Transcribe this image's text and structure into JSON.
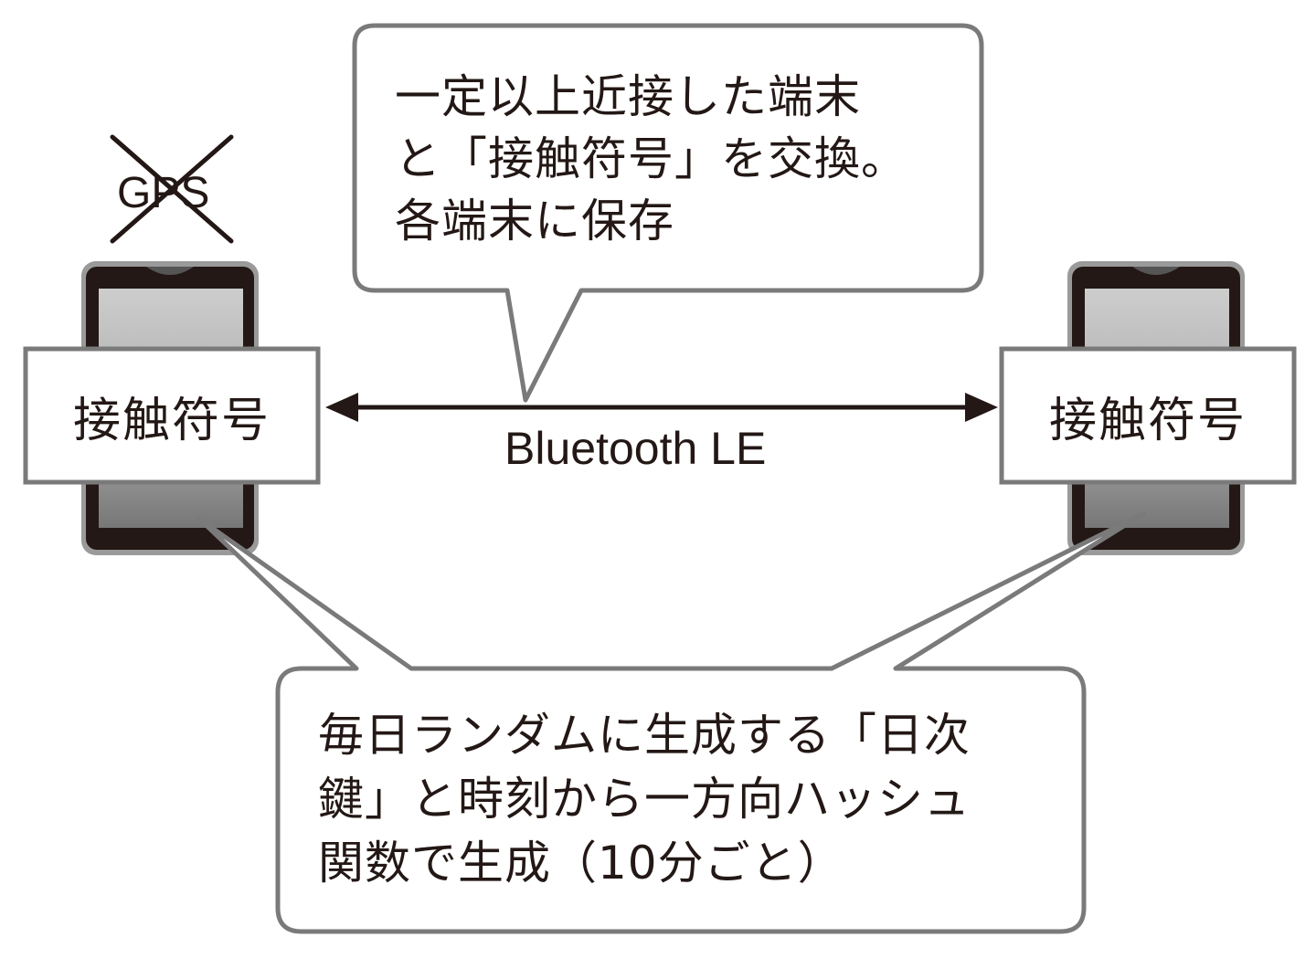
{
  "diagram": {
    "top_callout": {
      "lines": [
        "一定以上近接した端末",
        "と「接触符号」を交換。",
        "各端末に保存"
      ]
    },
    "left_phone": {
      "label": "接触符号",
      "gps_label": "GPS",
      "gps_status": "disabled (crossed out)"
    },
    "right_phone": {
      "label": "接触符号"
    },
    "connection": {
      "label": "Bluetooth LE",
      "direction": "bidirectional"
    },
    "bottom_callout": {
      "lines": [
        "毎日ランダムに生成する「日次",
        "鍵」と時刻から一方向ハッシュ",
        "関数で生成（10分ごと）"
      ]
    }
  },
  "colors": {
    "outline": "#7a7a7a",
    "text": "#231815",
    "phone_body": "#231815",
    "phone_bezel": "#9a9a9a",
    "screen_light": "#c8c8c8",
    "screen_dark": "#7c7c7c"
  }
}
